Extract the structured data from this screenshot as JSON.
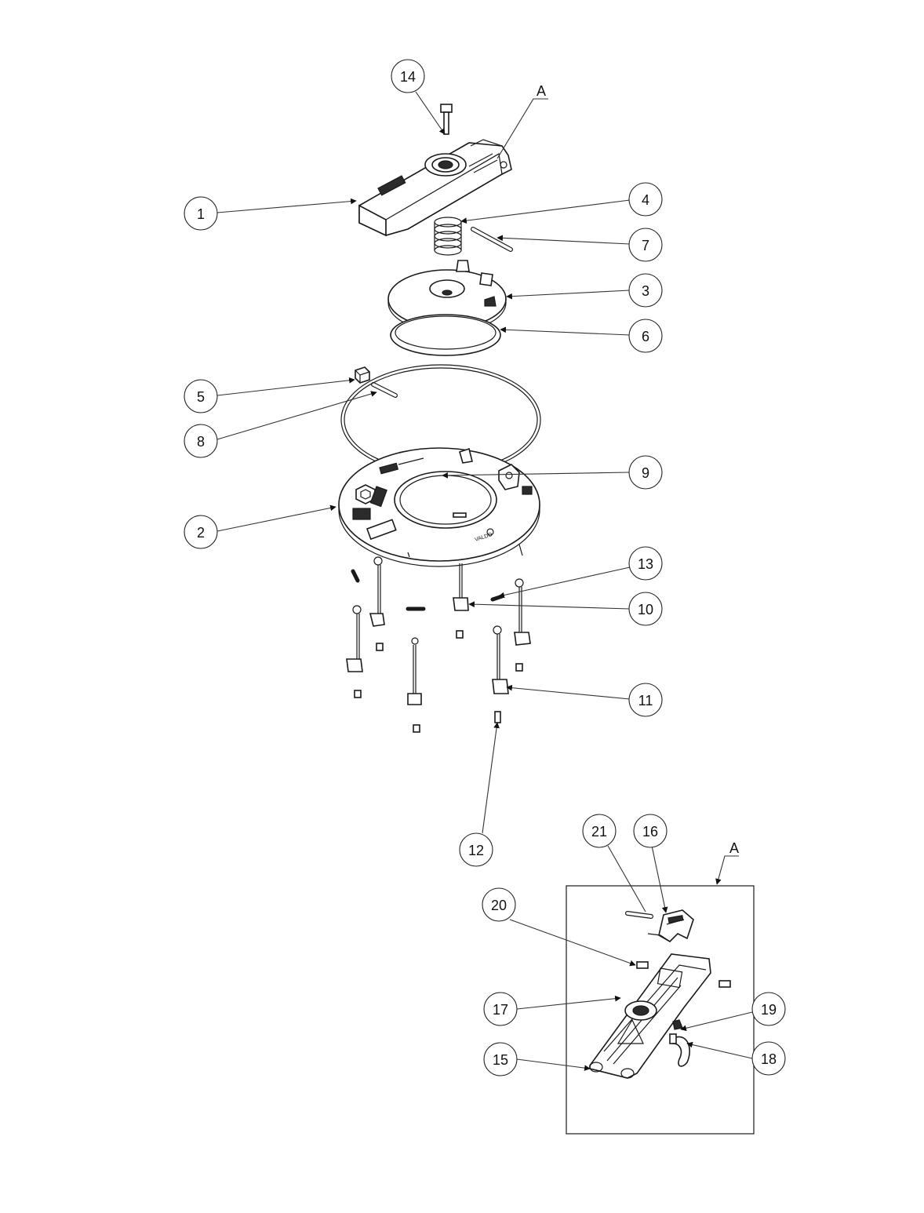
{
  "balloons": [
    "14",
    "1",
    "4",
    "7",
    "3",
    "6",
    "5",
    "8",
    "9",
    "2",
    "13",
    "10",
    "11",
    "12",
    "21",
    "16",
    "20",
    "17",
    "19",
    "18",
    "15"
  ],
  "detail_refs": [
    "A",
    "A"
  ],
  "plate_marks": [
    "VALDO"
  ]
}
